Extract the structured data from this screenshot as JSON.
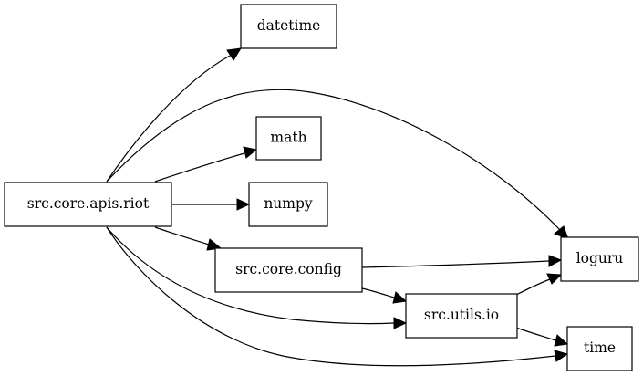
{
  "diagram": {
    "nodes": {
      "riot": "src.core.apis.riot",
      "datetime": "datetime",
      "math": "math",
      "numpy": "numpy",
      "config": "src.core.config",
      "loguru": "loguru",
      "io": "src.utils.io",
      "time": "time"
    },
    "edges": [
      {
        "from": "src.core.apis.riot",
        "to": "datetime"
      },
      {
        "from": "src.core.apis.riot",
        "to": "loguru"
      },
      {
        "from": "src.core.apis.riot",
        "to": "math"
      },
      {
        "from": "src.core.apis.riot",
        "to": "numpy"
      },
      {
        "from": "src.core.apis.riot",
        "to": "src.core.config"
      },
      {
        "from": "src.core.apis.riot",
        "to": "src.utils.io"
      },
      {
        "from": "src.core.apis.riot",
        "to": "time"
      },
      {
        "from": "src.core.config",
        "to": "loguru"
      },
      {
        "from": "src.core.config",
        "to": "src.utils.io"
      },
      {
        "from": "src.utils.io",
        "to": "loguru"
      },
      {
        "from": "src.utils.io",
        "to": "time"
      }
    ]
  }
}
